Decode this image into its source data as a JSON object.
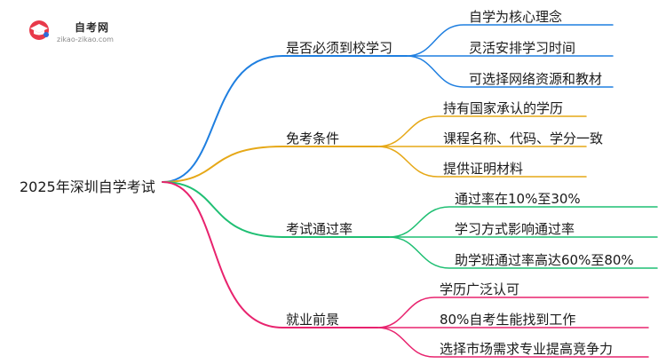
{
  "logo": {
    "title": "自考网",
    "url": "zikao-zikao.com"
  },
  "root": {
    "label": "2025年深圳自学考试"
  },
  "branches": [
    {
      "label": "是否必须到校学习",
      "color": "#1f7fe0",
      "leaves": [
        "自学为核心理念",
        "灵活安排学习时间",
        "可选择网络资源和教材"
      ]
    },
    {
      "label": "免考条件",
      "color": "#e6a817",
      "leaves": [
        "持有国家承认的学历",
        "课程名称、代码、学分一致",
        "提供证明材料"
      ]
    },
    {
      "label": "考试通过率",
      "color": "#1fbf73",
      "leaves": [
        "通过率在10%至30%",
        "学习方式影响通过率",
        "助学班通过率高达60%至80%"
      ]
    },
    {
      "label": "就业前景",
      "color": "#e8236e",
      "leaves": [
        "学历广泛认可",
        "80%自考生能找到工作",
        "选择市场需求专业提高竞争力"
      ]
    }
  ]
}
